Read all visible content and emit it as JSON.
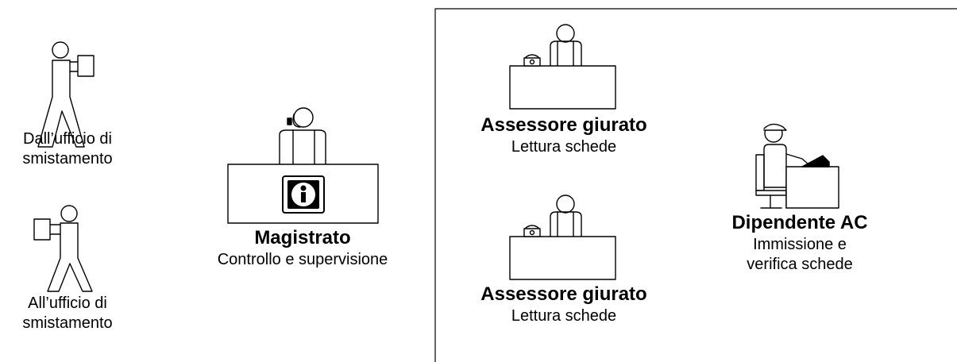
{
  "left": {
    "incoming": {
      "line1": "Dall’ufficio di",
      "line2": "smistamento"
    },
    "outgoing": {
      "line1": "All’ufficio di",
      "line2": "smistamento"
    }
  },
  "magistrate": {
    "title": "Magistrato",
    "subtitle": "Controllo e supervisione",
    "icon": "info-icon"
  },
  "assessor_top": {
    "title": "Assessore giurato",
    "subtitle": "Lettura schede"
  },
  "assessor_bottom": {
    "title": "Assessore giurato",
    "subtitle": "Lettura schede"
  },
  "employee": {
    "title": "Dipendente AC",
    "subtitle_line1": "Immissione e",
    "subtitle_line2": "verifica schede"
  }
}
